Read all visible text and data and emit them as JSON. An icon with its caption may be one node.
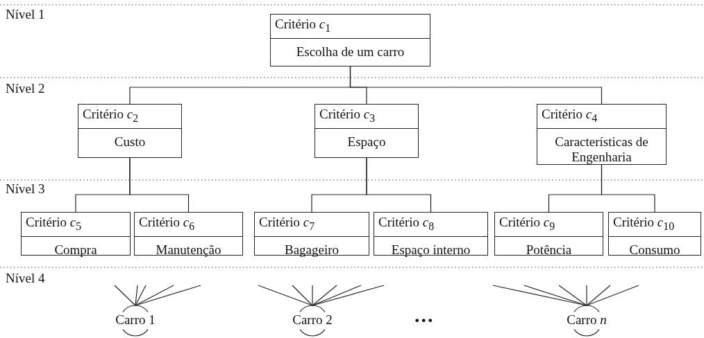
{
  "diagram": {
    "nodes": [
      {
        "text": [
          "Critério *c*$_{1}$",
          "Escolha de um carro"
        ]
      },
      {
        "text": [
          "Critério *c*$_{2}$",
          "Custo"
        ]
      },
      {
        "text": [
          "Critério *c*$_{3}$",
          "Espaço"
        ]
      },
      {
        "text": [
          "Critério *c*$_{4}$",
          "Características de Engenharia"
        ]
      },
      {
        "text": [
          "Critério *c*$_{5}$",
          "Compra"
        ]
      },
      {
        "text": [
          "Critério *c*$_{6}$",
          "Manutenção"
        ]
      },
      {
        "text": [
          "Critério *c*$_{7}$",
          "Bagageiro"
        ]
      },
      {
        "text": [
          "Critério *c*$_{8}$",
          "Espaço interno"
        ]
      },
      {
        "text": [
          "Critério *c*$_{9}$",
          "Potência"
        ]
      },
      {
        "text": [
          "Critério *c*$_{10}$",
          "Consumo"
        ]
      },
      {
        "text": [
          "Carro 1"
        ]
      },
      {
        "text": [
          "Carro 2"
        ]
      },
      {
        "text": [
          "Carro *n*"
        ]
      }
    ],
    "edges": [
      {
        "from": 0,
        "to": 1,
        "arrow": "none"
      },
      {
        "from": 0,
        "to": 2,
        "arrow": "none"
      },
      {
        "from": 0,
        "to": 3,
        "arrow": "none"
      },
      {
        "from": 1,
        "to": 4,
        "arrow": "none"
      },
      {
        "from": 1,
        "to": 5,
        "arrow": "none"
      },
      {
        "from": 2,
        "to": 6,
        "arrow": "none"
      },
      {
        "from": 2,
        "to": 7,
        "arrow": "none"
      },
      {
        "from": 3,
        "to": 8,
        "arrow": "none"
      },
      {
        "from": 3,
        "to": 9,
        "arrow": "none"
      },
      {
        "from": null,
        "to": 10,
        "arrow": "none"
      },
      {
        "from": null,
        "to": 10,
        "arrow": "none"
      },
      {
        "from": null,
        "to": 10,
        "arrow": "none"
      },
      {
        "from": null,
        "to": 10,
        "arrow": "none"
      },
      {
        "from": null,
        "to": 10,
        "arrow": "none"
      },
      {
        "from": null,
        "to": 11,
        "arrow": "none"
      },
      {
        "from": null,
        "to": 11,
        "arrow": "none"
      },
      {
        "from": null,
        "to": 11,
        "arrow": "none"
      },
      {
        "from": null,
        "to": 11,
        "arrow": "none"
      },
      {
        "from": null,
        "to": 11,
        "arrow": "none"
      },
      {
        "from": null,
        "to": 11,
        "arrow": "none"
      },
      {
        "from": null,
        "to": 12,
        "arrow": "none"
      },
      {
        "from": null,
        "to": 12,
        "arrow": "none"
      },
      {
        "from": null,
        "to": 12,
        "arrow": "none"
      },
      {
        "from": null,
        "to": 12,
        "arrow": "none"
      },
      {
        "from": null,
        "to": 12,
        "arrow": "none"
      },
      {
        "from": null,
        "to": 12,
        "arrow": "none"
      }
    ],
    "labels": [
      "Nível 1",
      "Nível 2",
      "Nível 3",
      "Nível 4",
      "..."
    ]
  }
}
